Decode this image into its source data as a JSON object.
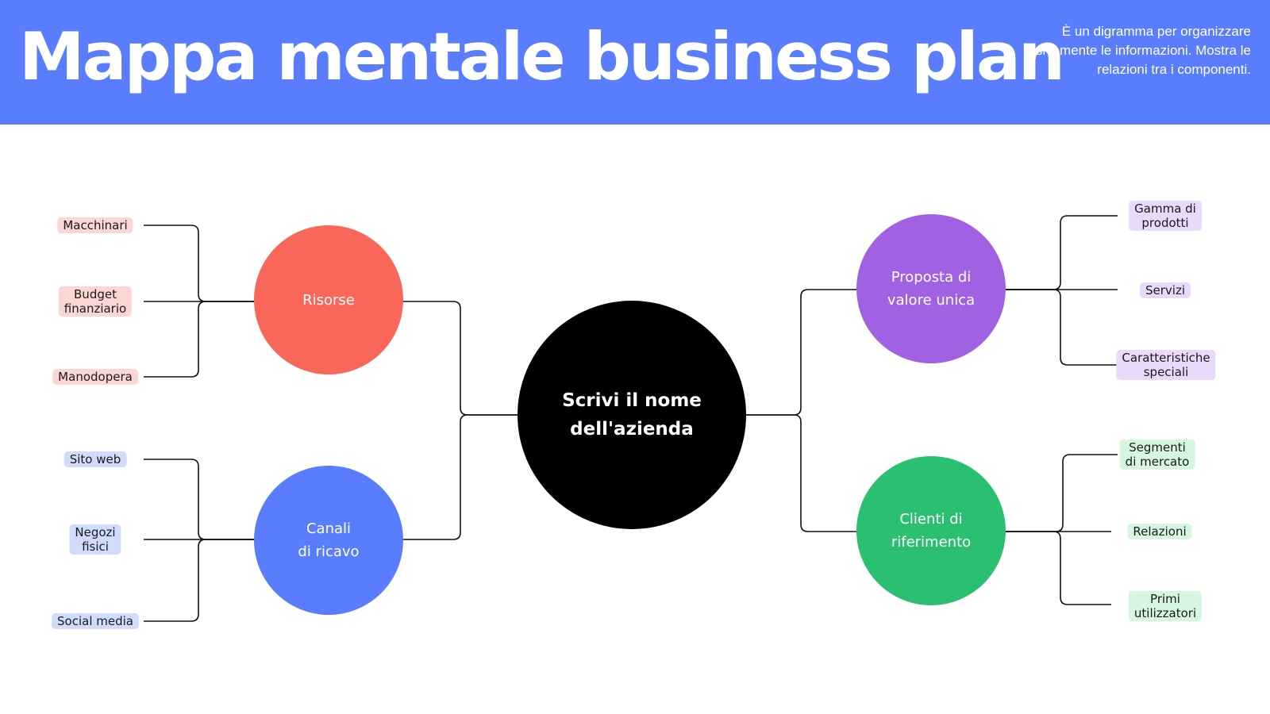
{
  "header": {
    "title": "Mappa mentale business plan",
    "subtitle": "È un digramma per organizzare visivamente le informazioni. Mostra le relazioni tra i componenti."
  },
  "colors": {
    "header_bg": "#597dfc",
    "risorse": "#f9665a",
    "canali": "#597dfc",
    "proposta": "#a062e2",
    "clienti": "#2bbf72",
    "center": "#000000"
  },
  "center": {
    "label": "Scrivi il nome\ndell'azienda"
  },
  "branches": {
    "risorse": {
      "label": "Risorse",
      "items": [
        "Macchinari",
        "Budget\nfinanziario",
        "Manodopera"
      ]
    },
    "canali": {
      "label": "Canali\ndi ricavo",
      "items": [
        "Sito web",
        "Negozi\nfisici",
        "Social media"
      ]
    },
    "proposta": {
      "label": "Proposta di\nvalore unica",
      "items": [
        "Gamma di\nprodotti",
        "Servizi",
        "Caratteristiche\nspeciali"
      ]
    },
    "clienti": {
      "label": "Clienti di\nriferimento",
      "items": [
        "Segmenti\ndi mercato",
        "Relazioni",
        "Primi\nutilizzatori"
      ]
    }
  }
}
